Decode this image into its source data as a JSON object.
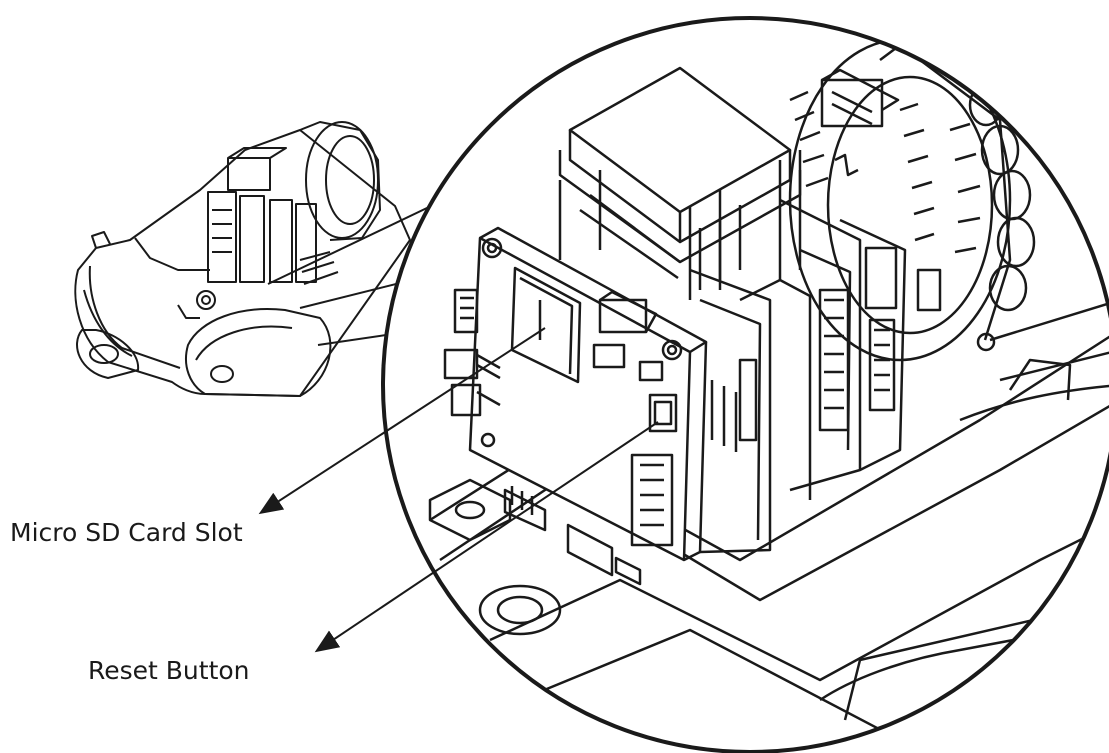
{
  "diagram": {
    "callouts": [
      {
        "id": "micro-sd-card-slot",
        "label": "Micro SD Card Slot"
      },
      {
        "id": "reset-button",
        "label": "Reset Button"
      }
    ],
    "colors": {
      "ink": "#1a1a1a",
      "background": "#ffffff",
      "label": "#1a1a1a"
    }
  }
}
